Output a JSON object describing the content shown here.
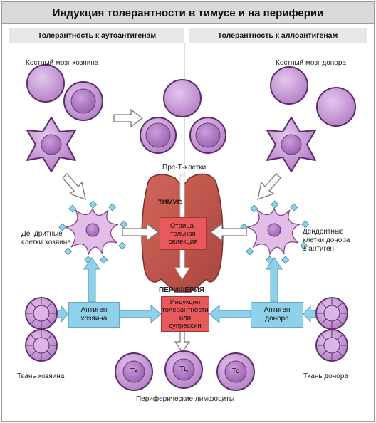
{
  "title": "Индукция толерантности в тимусе и на периферии",
  "headers": {
    "left": "Толерантность к аутоантигенам",
    "right": "Толерантность к аллоантигенам"
  },
  "labels": {
    "host_marrow": "Костный мозг хозяина",
    "donor_marrow": "Костный мозг донора",
    "pre_t": "Пре-Т-клетки",
    "thymus": "ТИМУС",
    "negative_selection": "Отрица-\nтельная\nселекция",
    "host_dendritic": "Дендритные\nклетки хозяина",
    "donor_dendritic": "Дендритные\nклетки донора\n± антиген",
    "periphery": "ПЕРИФЕРИЯ",
    "tolerance_induction": "Индукция\nтолерантности\nили\nсупрессии",
    "host_antigen": "Антиген\nхозяина",
    "donor_antigen": "Антиген\nдонора",
    "host_tissue": "Ткань хозяина",
    "donor_tissue": "Ткань донора",
    "peripheral_lymphocytes": "Периферические лимфоциты",
    "cell_th": "Тх",
    "cell_tc": "Тц",
    "cell_ts": "Тс"
  },
  "colors": {
    "cell_fill": "#c79ad6",
    "cell_stroke": "#5e2a6e",
    "thymus_fill": "#c8574c",
    "antigen_box": "#8fd0ea",
    "red_box": "#e8595b",
    "dendrite_fill": "#e2bde8",
    "antigen_dot": "#8fd0ea"
  }
}
